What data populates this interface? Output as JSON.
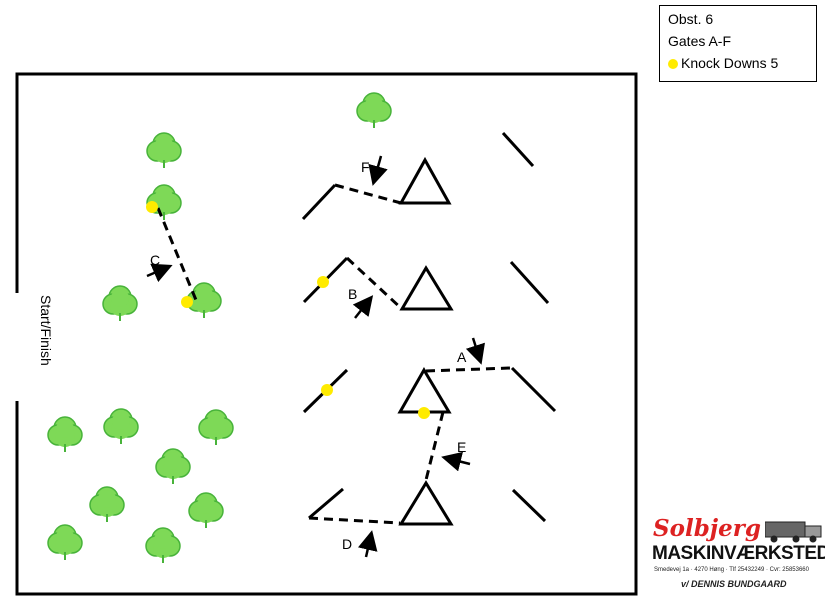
{
  "legend": {
    "line1": "Obst. 6",
    "line2": "Gates A-F",
    "line3": "Knock Downs 5",
    "dot_color": "#ffeb00"
  },
  "start_finish": "Start/Finish",
  "gates": [
    "A",
    "B",
    "C",
    "D",
    "E",
    "F"
  ],
  "colors": {
    "tree": "#7ed957",
    "tree_dark": "#48b33a",
    "knockdown": "#ffeb00",
    "logo_red": "#d22222"
  },
  "logo": {
    "name": "Solbjerg",
    "sub": "MASKINVÆRKSTED",
    "address": "Smedevej 1a · 4270 Høng · Tlf 25432249 · Cvr: 25853660",
    "owner": "v/ DENNIS BUNDGAARD"
  }
}
